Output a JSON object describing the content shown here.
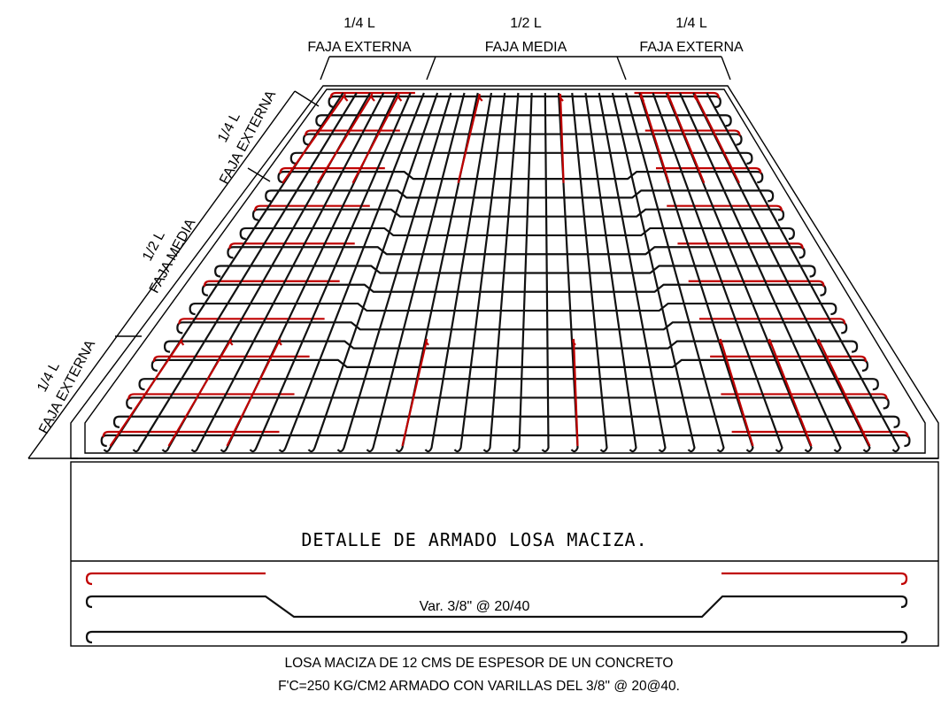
{
  "top_labels": {
    "left": {
      "fraction": "1/4 L",
      "name": "FAJA EXTERNA"
    },
    "center": {
      "fraction": "1/2 L",
      "name": "FAJA MEDIA"
    },
    "right": {
      "fraction": "1/4 L",
      "name": "FAJA EXTERNA"
    }
  },
  "side_labels": {
    "top": {
      "fraction": "1/4 L",
      "name": "FAJA EXTERNA"
    },
    "middle": {
      "fraction": "1/2 L",
      "name": "FAJA MEDIA"
    },
    "bottom": {
      "fraction": "1/4 L",
      "name": "FAJA EXTERNA"
    }
  },
  "title": "DETALLE DE ARMADO LOSA MACIZA.",
  "section_label": "Var. 3/8\" @ 20/40",
  "note_line1": "LOSA MACIZA DE 12 CMS DE ESPESOR DE UN CONCRETO",
  "note_line2": "F'C=250 KG/CM2 ARMADO CON VARILLAS DEL  3/8\" @ 20@40.",
  "colors": {
    "ink": "#000000",
    "rebar_top": "#c00000",
    "rebar_main": "#111111"
  }
}
